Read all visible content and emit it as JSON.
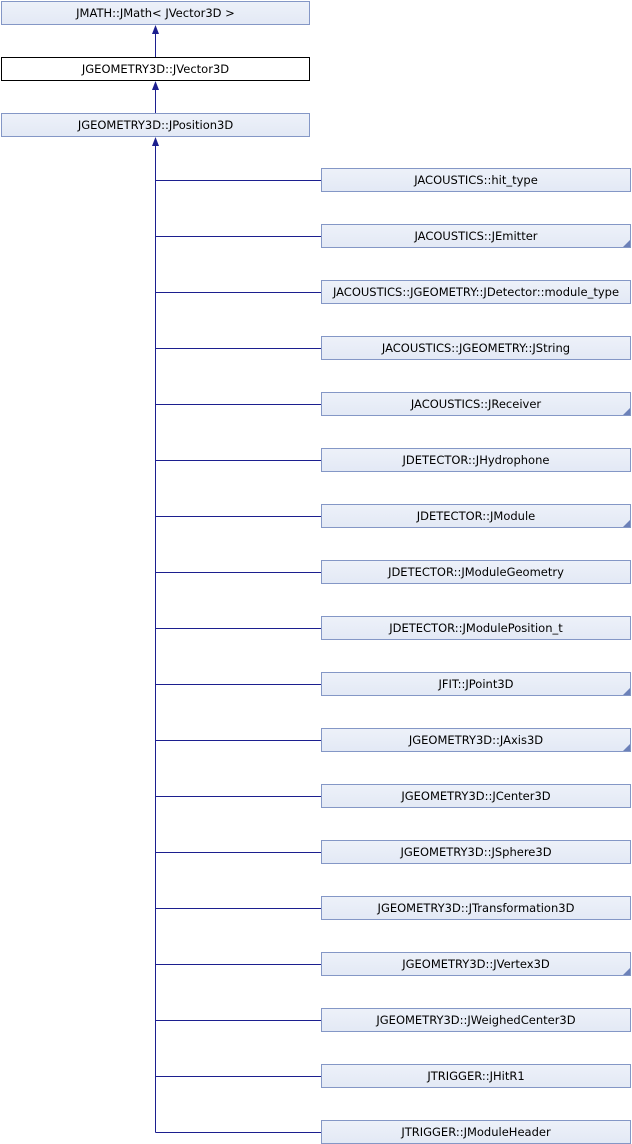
{
  "colors": {
    "edge": "#1c1f8f",
    "node_border": "#8497c6",
    "node_fill": "#e8edf7",
    "current_border": "#000000"
  },
  "diagram": {
    "ancestors": [
      {
        "label": "JMATH::JMath< JVector3D >"
      },
      {
        "label": "JGEOMETRY3D::JVector3D",
        "current": true
      },
      {
        "label": "JGEOMETRY3D::JPosition3D"
      }
    ],
    "derived": [
      {
        "label": "JACOUSTICS::hit_type",
        "has_more": false
      },
      {
        "label": "JACOUSTICS::JEmitter",
        "has_more": true
      },
      {
        "label": "JACOUSTICS::JGEOMETRY::JDetector::module_type",
        "has_more": false
      },
      {
        "label": "JACOUSTICS::JGEOMETRY::JString",
        "has_more": false
      },
      {
        "label": "JACOUSTICS::JReceiver",
        "has_more": true
      },
      {
        "label": "JDETECTOR::JHydrophone",
        "has_more": false
      },
      {
        "label": "JDETECTOR::JModule",
        "has_more": true
      },
      {
        "label": "JDETECTOR::JModuleGeometry",
        "has_more": false
      },
      {
        "label": "JDETECTOR::JModulePosition_t",
        "has_more": false
      },
      {
        "label": "JFIT::JPoint3D",
        "has_more": true
      },
      {
        "label": "JGEOMETRY3D::JAxis3D",
        "has_more": true
      },
      {
        "label": "JGEOMETRY3D::JCenter3D",
        "has_more": false
      },
      {
        "label": "JGEOMETRY3D::JSphere3D",
        "has_more": false
      },
      {
        "label": "JGEOMETRY3D::JTransformation3D",
        "has_more": false
      },
      {
        "label": "JGEOMETRY3D::JVertex3D",
        "has_more": true
      },
      {
        "label": "JGEOMETRY3D::JWeighedCenter3D",
        "has_more": false
      },
      {
        "label": "JTRIGGER::JHitR1",
        "has_more": false
      },
      {
        "label": "JTRIGGER::JModuleHeader",
        "has_more": false
      }
    ]
  }
}
